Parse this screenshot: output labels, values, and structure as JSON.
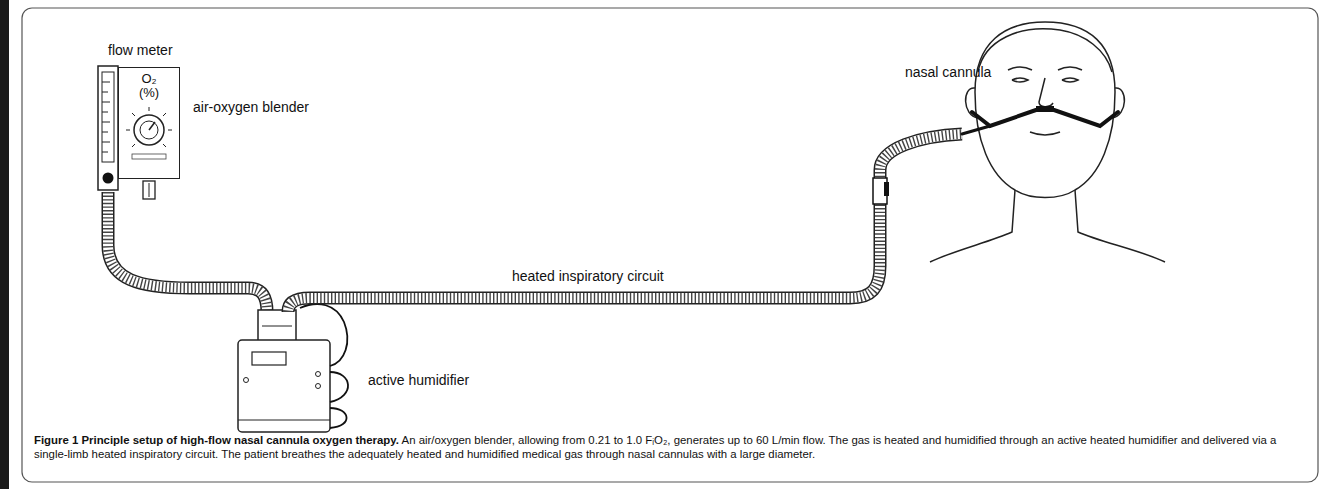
{
  "diagram": {
    "title": "Figure 1 Principle setup of high-flow nasal cannula oxygen therapy.",
    "caption": "An air/oxygen blender, allowing from 0.21 to 1.0 FᵢO₂, generates up to 60 L/min flow. The gas is heated and humidified through an active heated humidifier and delivered via a single-limb heated inspiratory circuit. The patient breathes the adequately heated and humidified medical gas through nasal cannulas with a large diameter.",
    "nodes": [
      {
        "text": [
          "O₂ (%)"
        ]
      }
    ],
    "labels": [
      "flow meter",
      "air-oxygen blender",
      "nasal cannula",
      "heated inspiratory circuit",
      "active humidifier"
    ]
  }
}
